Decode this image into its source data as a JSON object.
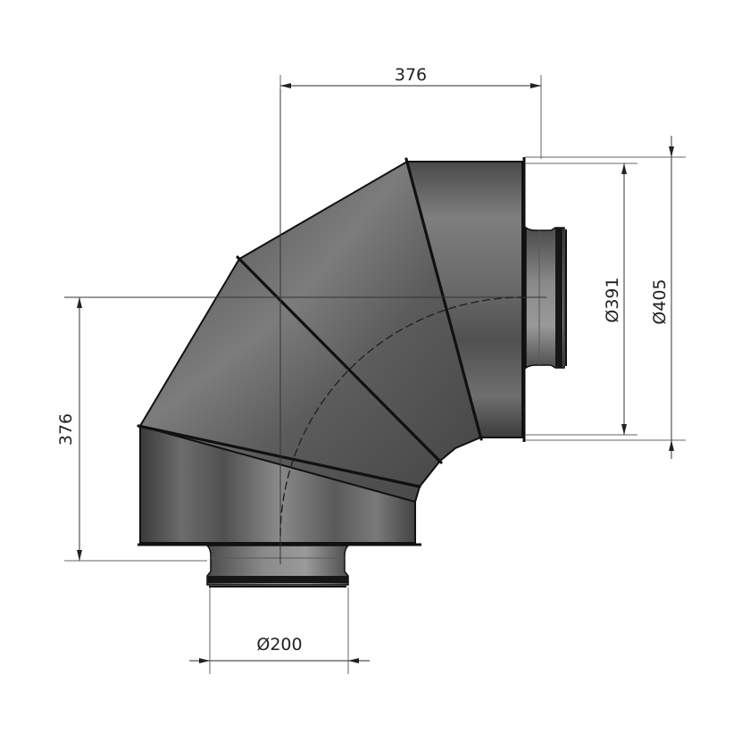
{
  "drawing": {
    "subject": "90-degree segmented duct elbow with reduced spigot connectors",
    "colors": {
      "metal_dark": "#3d3d3d",
      "metal_mid": "#6a6a6a",
      "metal_light": "#8f8f8f",
      "outline": "#111111",
      "dimension": "#555555",
      "background": "#ffffff"
    },
    "dimensions": {
      "top_horizontal": "376",
      "left_vertical": "376",
      "inner_diameter": "Ø391",
      "outer_diameter": "Ø405",
      "spigot_diameter": "Ø200"
    }
  }
}
